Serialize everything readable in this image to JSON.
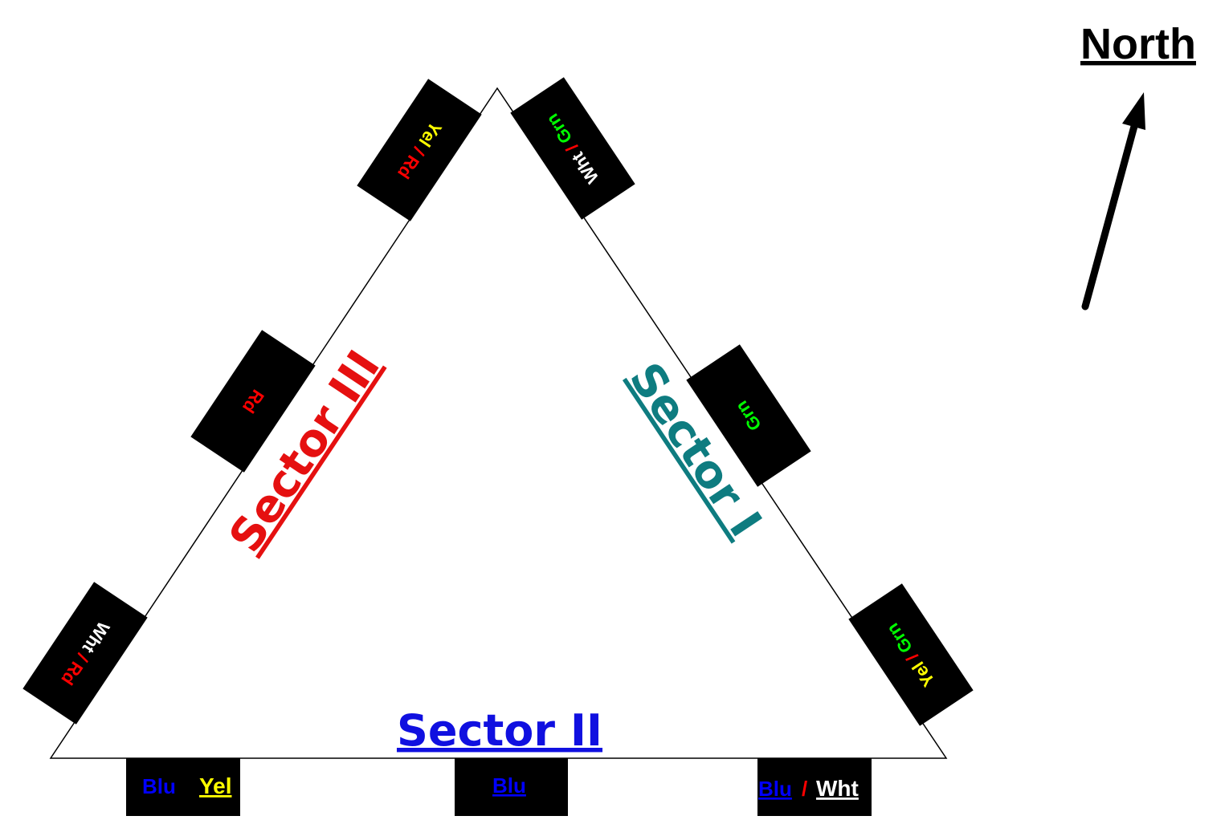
{
  "north": {
    "label": "North"
  },
  "sectors": {
    "one": {
      "label": "Sector I"
    },
    "two": {
      "label": "Sector II"
    },
    "three": {
      "label": "Sector III"
    }
  },
  "separator": "/",
  "colors": {
    "red": "#ff0000",
    "yellow": "#ffff00",
    "green": "#00ff00",
    "white": "#ffffff",
    "blue": "#0000ff",
    "teal": "#0e7c80",
    "sector_three": "#e51010",
    "sector_two": "#1010e0",
    "box": "#000000"
  },
  "wire_labels": {
    "left_top": {
      "first": "Yel",
      "second": "Rd"
    },
    "left_mid": {
      "only": "Rd"
    },
    "left_bottom": {
      "first": "Wht",
      "second": "Rd"
    },
    "right_top": {
      "first": "Wht",
      "second": "Grn"
    },
    "right_mid": {
      "only": "Grn"
    },
    "right_bottom": {
      "first": "Yel",
      "second": "Grn"
    },
    "bottom_left": {
      "first": "Blu",
      "second": "Yel"
    },
    "bottom_mid": {
      "only": "Blu"
    },
    "bottom_right": {
      "first": "Blu",
      "second": "Wht"
    }
  }
}
